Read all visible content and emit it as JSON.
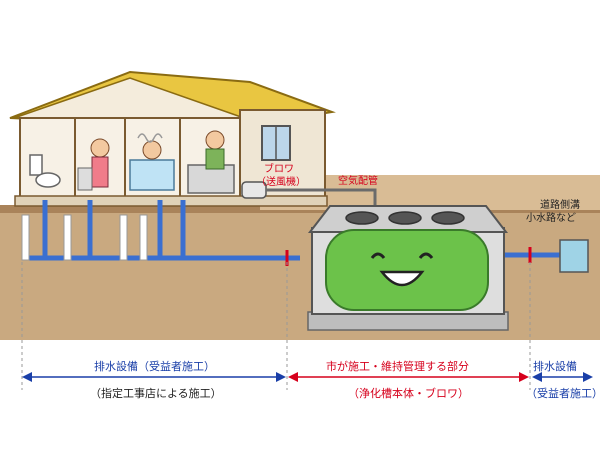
{
  "labels": {
    "blower": "ブロワ",
    "blower_sub": "（送風機）",
    "air_pipe": "空気配管",
    "road_ditch": "道路側溝",
    "small_waterway": "小水路など"
  },
  "sections": {
    "left": {
      "title": "排水設備（受益者施工）",
      "subtitle": "（指定工事店による施工）"
    },
    "middle": {
      "title": "市が施工・維持管理する部分",
      "subtitle": "（浄化槽本体・ブロワ）"
    },
    "right": {
      "title": "排水設備",
      "subtitle": "（受益者施工）"
    }
  },
  "colors": {
    "soil": "#c8a77e",
    "pipe": "#3a6fd1",
    "tank": "#6cc24a",
    "roof": "#e9c641",
    "red_accent": "#d6001c",
    "blue_accent": "#1a3fa8"
  }
}
